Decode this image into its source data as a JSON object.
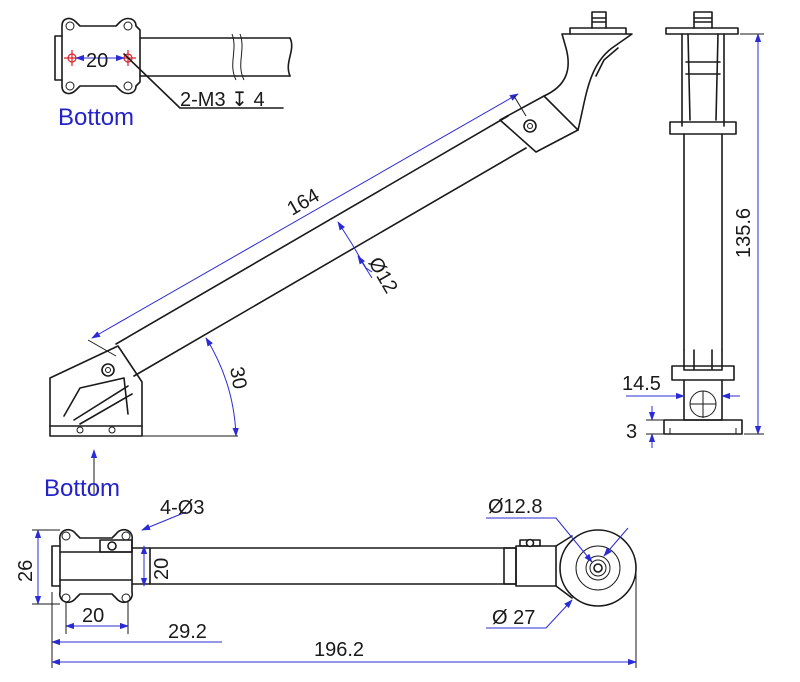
{
  "views": {
    "bottom_top": "Bottom",
    "bottom_side": "Bottom"
  },
  "dims": {
    "hole_pitch_top": "20",
    "thread": "2-M3 ↧ 4",
    "length": "164",
    "tube_dia": "Ø12",
    "angle": "30",
    "height": "135.6",
    "width_14": "14.5",
    "thickness": "3",
    "holes": "4-Ø3",
    "bore_dia": "Ø12.8",
    "wheel_dia": "Ø 27",
    "base_width": "26",
    "clamp_h": "20",
    "hole_pitch_bottom": "20",
    "offset": "29.2",
    "overall": "196.2"
  },
  "colors": {
    "dimension": "#2b2bd6",
    "view_label": "#2323c8",
    "center_mark": "#e0202a",
    "outline": "#1a1a1a"
  }
}
